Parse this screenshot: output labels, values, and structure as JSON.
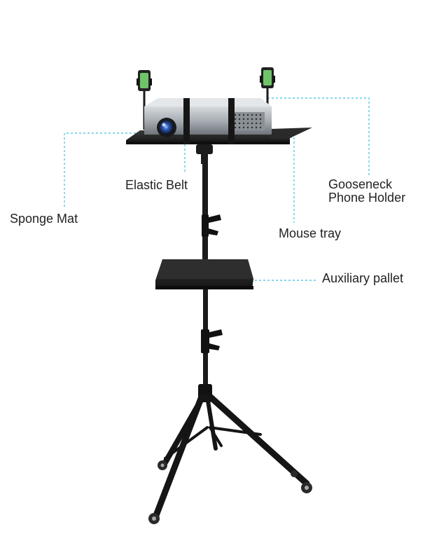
{
  "labels": {
    "elastic_belt": "Elastic Belt",
    "sponge_mat": "Sponge Mat",
    "mouse_tray": "Mouse tray",
    "auxiliary_pallet": "Auxiliary pallet",
    "gooseneck_line1": "Gooseneck",
    "gooseneck_line2": "Phone Holder"
  },
  "colors": {
    "leader_line": "#5bc8e6",
    "stand_metal": "#1b1b1b",
    "projector_body": "#a8aeb4",
    "phone_screen": "#6fc46a"
  }
}
